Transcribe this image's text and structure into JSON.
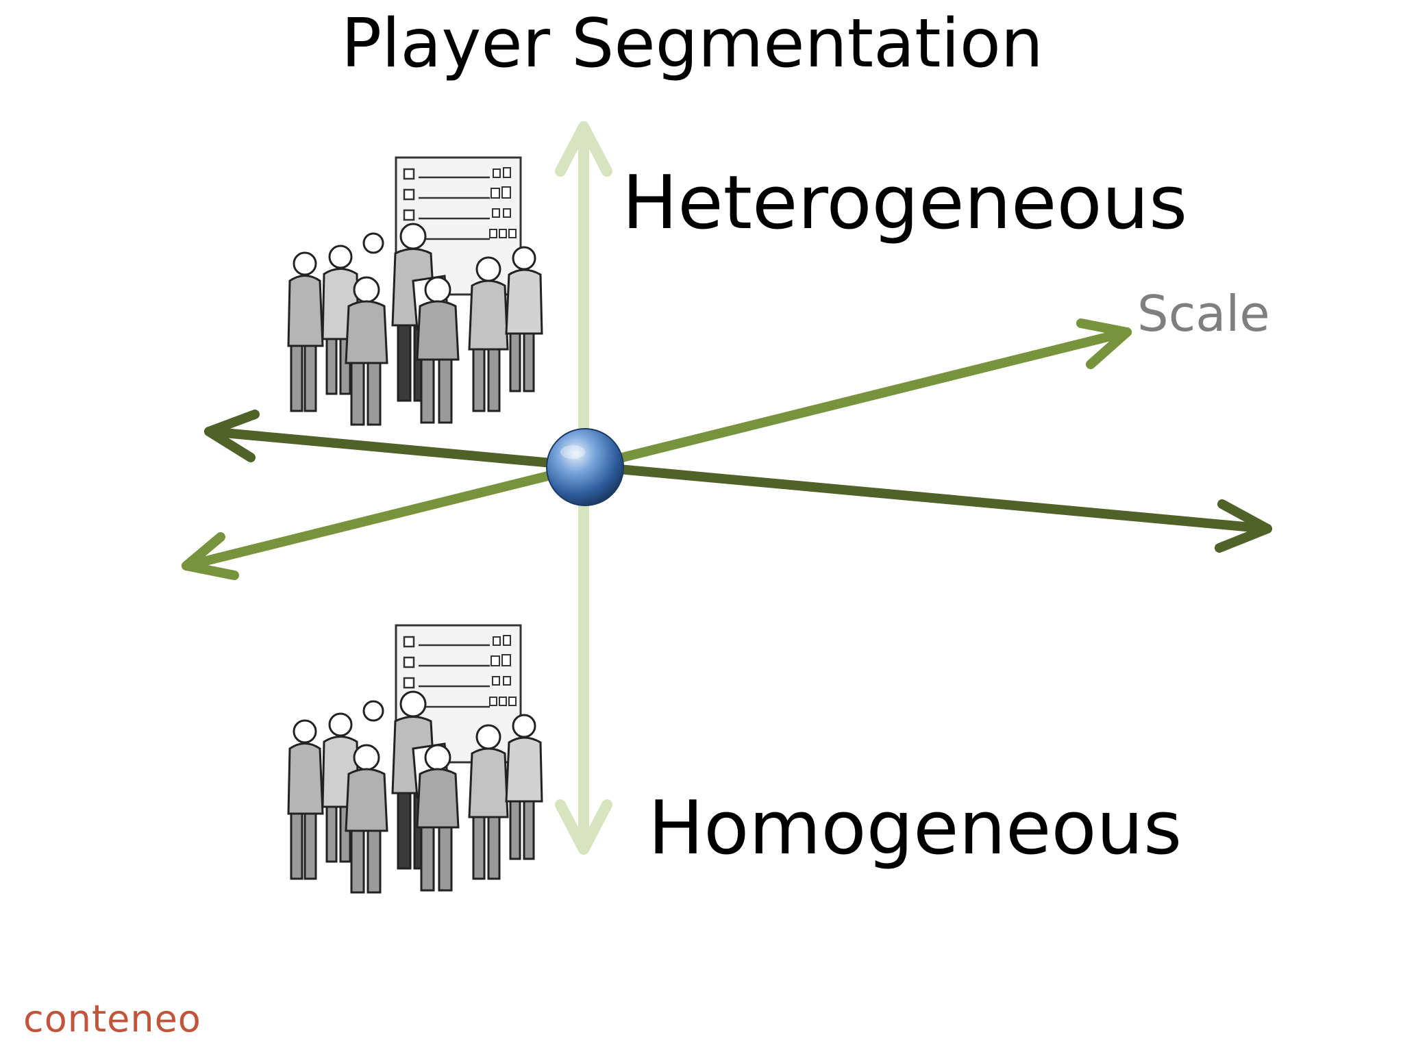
{
  "slide": {
    "title": "Player Segmentation",
    "top_label": "Heterogeneous",
    "bottom_label": "Homogeneous",
    "scale_label": "Scale",
    "logo_text": "conteneo"
  },
  "colors": {
    "vertical_axis": "#d6e4bf",
    "dark_axis": "#4f6228",
    "light_axis": "#77933c",
    "sphere": "#4a7fc1",
    "logo": "#c1543a",
    "scale_text": "#7f7f7f"
  },
  "icons": [
    "team-meeting-illustration",
    "sphere-icon"
  ]
}
